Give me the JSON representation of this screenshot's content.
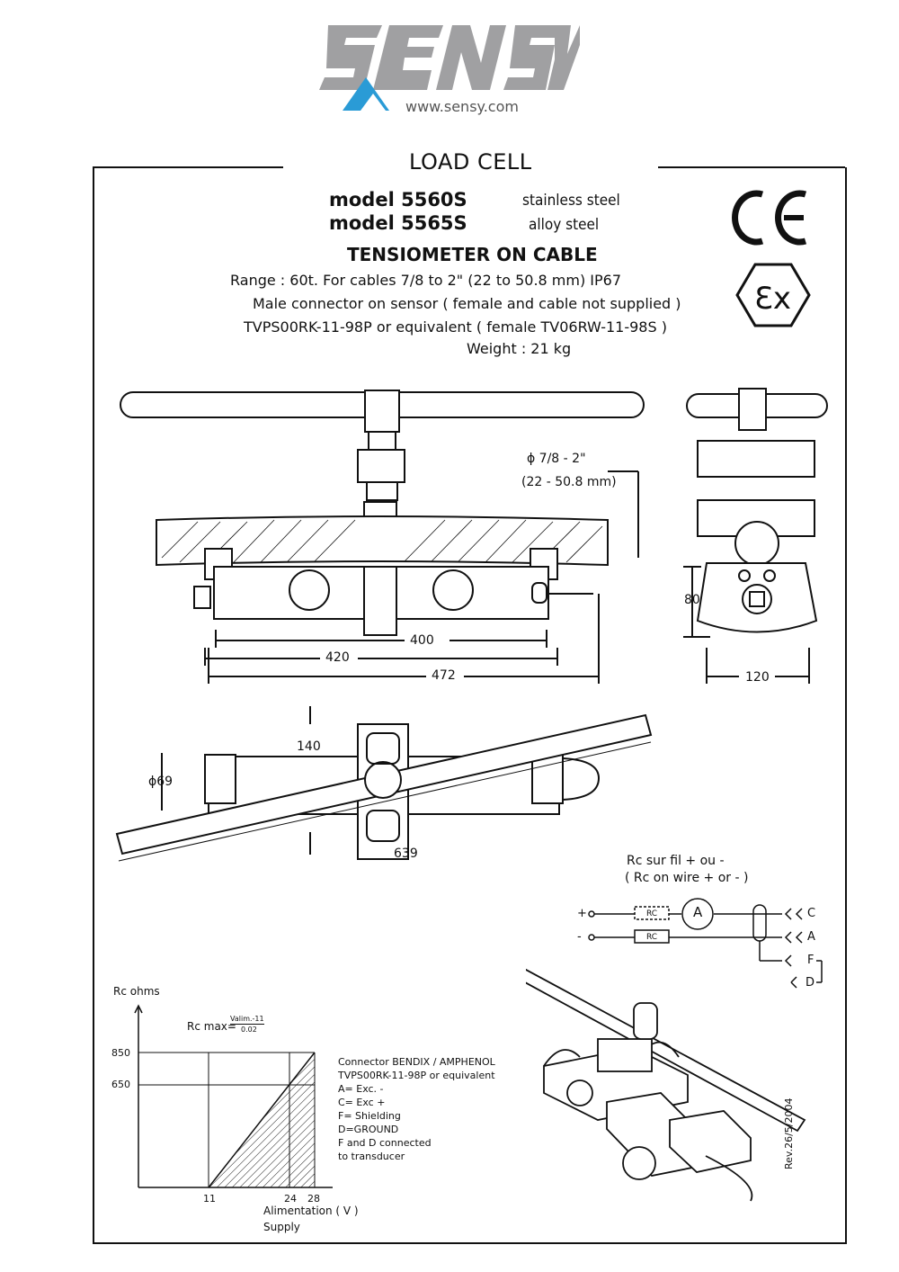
{
  "brand": {
    "logo_text": "SENSY",
    "url": "www.sensy.com"
  },
  "header": {
    "title": "LOAD CELL",
    "model1": "model 5560S",
    "material1": "stainless steel",
    "model2": "model 5565S",
    "material2": "alloy steel",
    "subtitle": "TENSIOMETER ON CABLE"
  },
  "specs": {
    "line1": "Range : 60t. For cables 7/8 to 2\" (22 to 50.8 mm) IP67",
    "line2": "Male connector on sensor  ( female and cable not supplied )",
    "line3": "TVPS00RK-11-98P or equivalent    ( female TV06RW-11-98S )",
    "line4": "Weight : 21 kg"
  },
  "marks": {
    "ce": "CE",
    "ex": "Ex"
  },
  "dimensions": {
    "cable_diam": "ϕ 7/8 - 2\"",
    "cable_mm": "(22 - 50.8 mm)",
    "d400": "400",
    "d420": "420",
    "d472": "472",
    "d80": "80",
    "d120": "120",
    "d140": "140",
    "d69": "ϕ69",
    "d639": "639"
  },
  "wiring": {
    "title1": "Rc sur fil + ou -",
    "title2": "( Rc on wire + or - )",
    "plus": "+",
    "minus": "-",
    "rc": "RC",
    "meter": "A",
    "pins": [
      "C",
      "A",
      "F",
      "D"
    ]
  },
  "graph": {
    "ylabel": "Rc ohms",
    "formula_left": "Rc max=",
    "formula_num": "Valim.-11",
    "formula_den": "0.02",
    "y850": "850",
    "y650": "650",
    "x11": "11",
    "x24": "24",
    "x28": "28",
    "xlabel1": "Alimentation ( V )",
    "xlabel2": "Supply"
  },
  "connector": {
    "lines": [
      "Connector BENDIX / AMPHENOL",
      "TVPS00RK-11-98P or equivalent",
      "A= Exc. -",
      "C= Exc +",
      "F= Shielding",
      "D=GROUND",
      "F and D connected",
      " to transducer"
    ]
  },
  "revision": "Rev.26/5/2004"
}
